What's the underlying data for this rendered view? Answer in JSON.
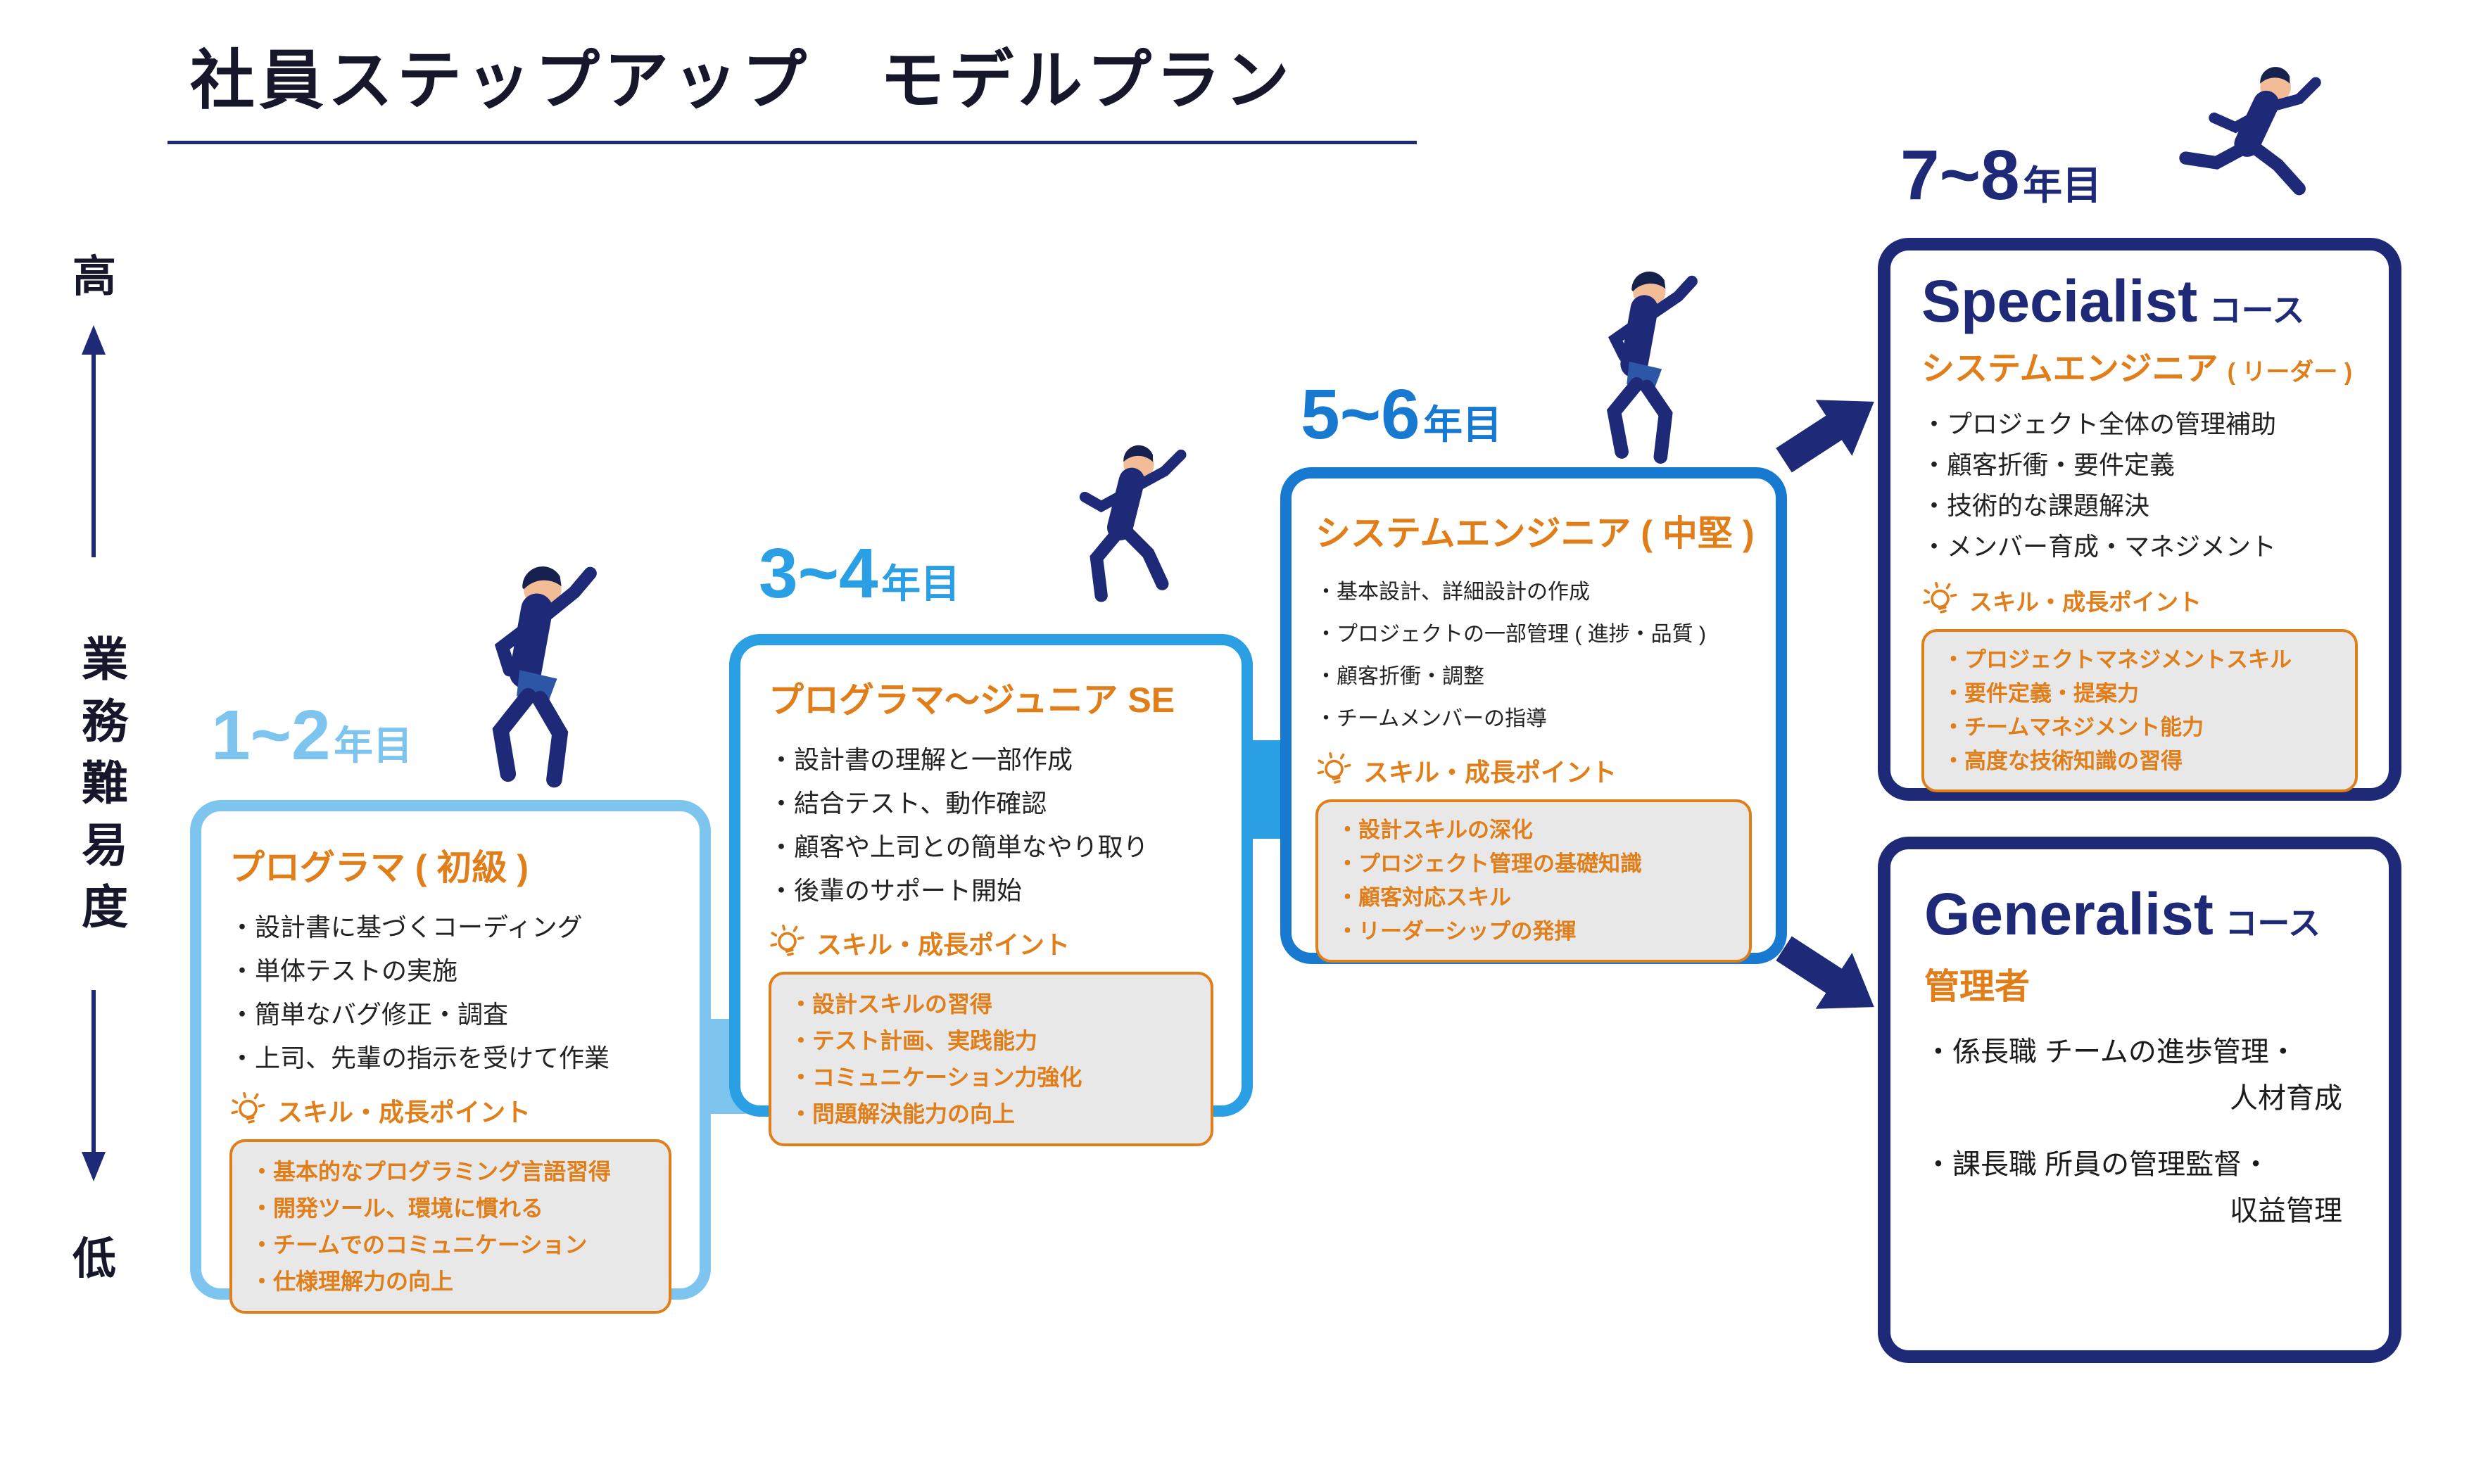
{
  "page": {
    "title": "社員ステップアップ　モデルプラン"
  },
  "axis": {
    "high": "高",
    "label": "業務難易度",
    "low": "低"
  },
  "colors": {
    "stage1_blue": "#7DC5EF",
    "stage2_blue": "#2B9FE3",
    "stage3_blue": "#1779CF",
    "navy": "#1E2A78",
    "orange": "#E07E1A",
    "skill_box_gray": "#E8E8E8"
  },
  "stages": [
    {
      "years": "1~2",
      "years_suffix": "年目",
      "title": "プログラマ ( 初級 )",
      "bullets": [
        "・設計書に基づくコーディング",
        "・単体テストの実施",
        "・簡単なバグ修正・調査",
        "・上司、先輩の指示を受けて作業"
      ],
      "skill_label": "スキル・成長ポイント",
      "skills": [
        "・基本的なプログラミング言語習得",
        "・開発ツール、環境に慣れる",
        "・チームでのコミュニケーション",
        "・仕様理解力の向上"
      ]
    },
    {
      "years": "3~4",
      "years_suffix": "年目",
      "title": "プログラマ〜ジュニア SE",
      "bullets": [
        "・設計書の理解と一部作成",
        "・結合テスト、動作確認",
        "・顧客や上司との簡単なやり取り",
        "・後輩のサポート開始"
      ],
      "skill_label": "スキル・成長ポイント",
      "skills": [
        "・設計スキルの習得",
        "・テスト計画、実践能力",
        "・コミュニケーション力強化",
        "・問題解決能力の向上"
      ]
    },
    {
      "years": "5~6",
      "years_suffix": "年目",
      "title": "システムエンジニア ( 中堅 )",
      "bullets": [
        "・基本設計、詳細設計の作成",
        "・プロジェクトの一部管理 ( 進捗・品質 )",
        "・顧客折衝・調整",
        "・チームメンバーの指導"
      ],
      "skill_label": "スキル・成長ポイント",
      "skills": [
        "・設計スキルの深化",
        "・プロジェクト管理の基礎知識",
        "・顧客対応スキル",
        "・リーダーシップの発揮"
      ]
    }
  ],
  "specialist": {
    "years": "7~8",
    "years_suffix": "年目",
    "course_name": "Specialist",
    "course_suffix": "コース",
    "subtitle": "システムエンジニア",
    "subtitle_note": "( リーダー )",
    "bullets": [
      "・プロジェクト全体の管理補助",
      "・顧客折衝・要件定義",
      "・技術的な課題解決",
      "・メンバー育成・マネジメント"
    ],
    "skill_label": "スキル・成長ポイント",
    "skills": [
      "・プロジェクトマネジメントスキル",
      "・要件定義・提案力",
      "・チームマネジメント能力",
      "・高度な技術知識の習得"
    ]
  },
  "generalist": {
    "course_name": "Generalist",
    "course_suffix": "コース",
    "subtitle": "管理者",
    "bullets": [
      {
        "line1": "・係長職 チームの進歩管理・",
        "line2": "人材育成"
      },
      {
        "line1": "・課長職 所員の管理監督・",
        "line2": "収益管理"
      }
    ]
  }
}
